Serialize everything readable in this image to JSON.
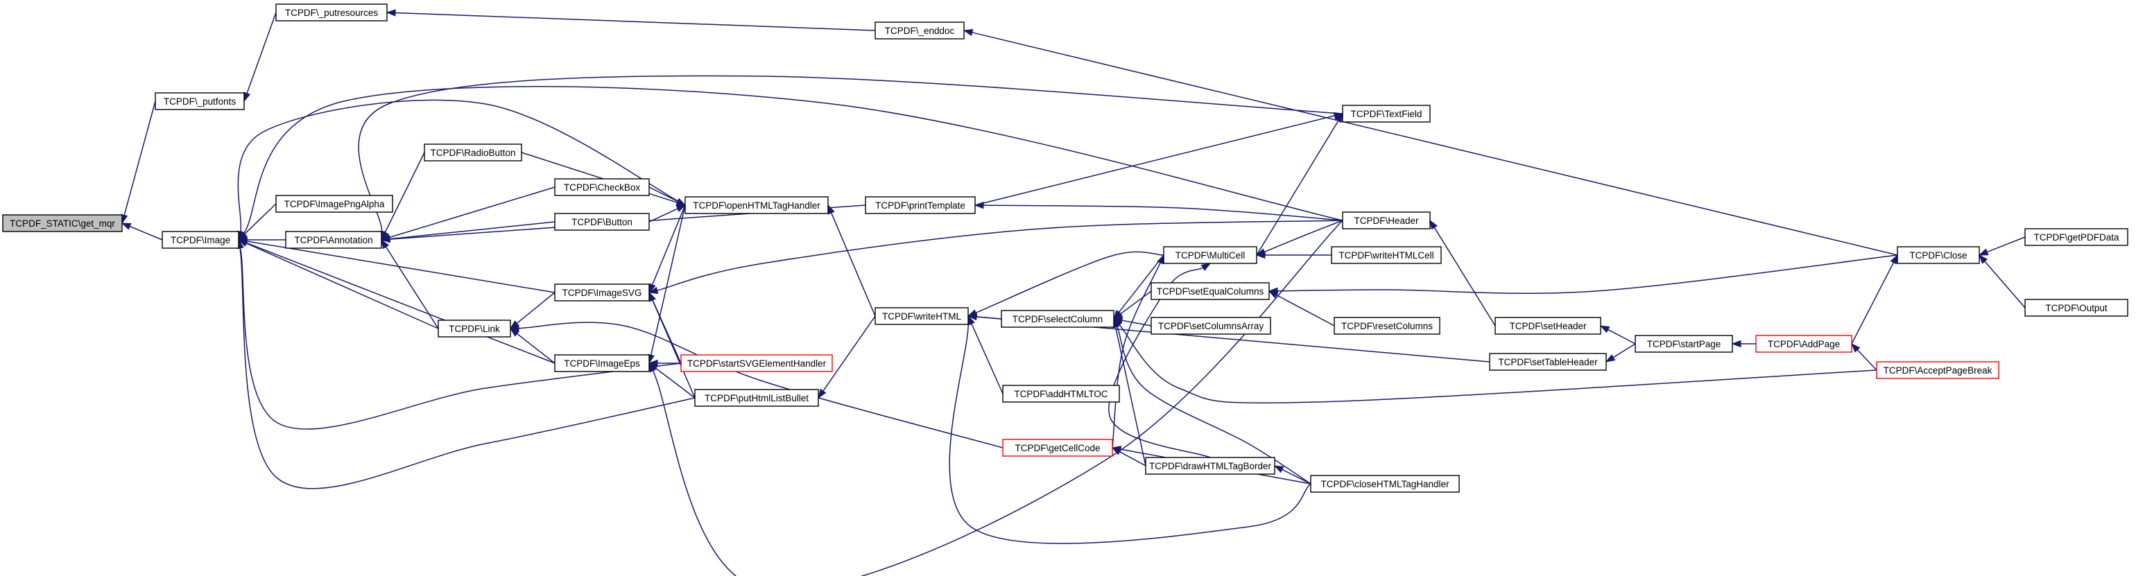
{
  "graph": {
    "colors": {
      "edge": "#191970",
      "root_fill": "#bfbfbf",
      "node_border": "#000000",
      "truncated_border": "#ff0000"
    },
    "nodes": [
      {
        "id": "get_mqr",
        "label": "TCPDF_STATIC\\get_mqr",
        "style": "root"
      },
      {
        "id": "image",
        "label": "TCPDF\\Image"
      },
      {
        "id": "putfonts",
        "label": "TCPDF\\_putfonts"
      },
      {
        "id": "putresources",
        "label": "TCPDF\\_putresources"
      },
      {
        "id": "enddoc",
        "label": "TCPDF\\_enddoc"
      },
      {
        "id": "imagepngalpha",
        "label": "TCPDF\\ImagePngAlpha"
      },
      {
        "id": "annotation",
        "label": "TCPDF\\Annotation"
      },
      {
        "id": "imagesvg",
        "label": "TCPDF\\ImageSVG"
      },
      {
        "id": "link",
        "label": "TCPDF\\Link"
      },
      {
        "id": "imageeps",
        "label": "TCPDF\\ImageEps"
      },
      {
        "id": "radiobutton",
        "label": "TCPDF\\RadioButton"
      },
      {
        "id": "checkbox",
        "label": "TCPDF\\CheckBox"
      },
      {
        "id": "button",
        "label": "TCPDF\\Button"
      },
      {
        "id": "openhtmltaghandler",
        "label": "TCPDF\\openHTMLTagHandler"
      },
      {
        "id": "startsvgelementhandler",
        "label": "TCPDF\\startSVGElementHandler",
        "style": "truncated"
      },
      {
        "id": "puthtmllistbullet",
        "label": "TCPDF\\putHtmlListBullet"
      },
      {
        "id": "printtemplate",
        "label": "TCPDF\\printTemplate"
      },
      {
        "id": "writehtml",
        "label": "TCPDF\\writeHTML"
      },
      {
        "id": "addhtmltoc",
        "label": "TCPDF\\addHTMLTOC"
      },
      {
        "id": "getcellcode",
        "label": "TCPDF\\getCellCode",
        "style": "truncated"
      },
      {
        "id": "selectcolumn",
        "label": "TCPDF\\selectColumn"
      },
      {
        "id": "multicell",
        "label": "TCPDF\\MultiCell"
      },
      {
        "id": "setequalcolumns",
        "label": "TCPDF\\setEqualColumns"
      },
      {
        "id": "setcolumnsarray",
        "label": "TCPDF\\setColumnsArray"
      },
      {
        "id": "drawhtmltagborder",
        "label": "TCPDF\\drawHTMLTagBorder"
      },
      {
        "id": "closehtmltaghandler",
        "label": "TCPDF\\closeHTMLTagHandler"
      },
      {
        "id": "textfield",
        "label": "TCPDF\\TextField"
      },
      {
        "id": "header",
        "label": "TCPDF\\Header"
      },
      {
        "id": "writehtmlcell",
        "label": "TCPDF\\writeHTMLCell"
      },
      {
        "id": "resetcolumns",
        "label": "TCPDF\\resetColumns"
      },
      {
        "id": "setheader",
        "label": "TCPDF\\setHeader"
      },
      {
        "id": "settableheader",
        "label": "TCPDF\\setTableHeader"
      },
      {
        "id": "startpage",
        "label": "TCPDF\\startPage"
      },
      {
        "id": "addpage",
        "label": "TCPDF\\AddPage",
        "style": "truncated"
      },
      {
        "id": "acceptpagebreak",
        "label": "TCPDF\\AcceptPageBreak",
        "style": "truncated"
      },
      {
        "id": "close",
        "label": "TCPDF\\Close"
      },
      {
        "id": "getpdfdata",
        "label": "TCPDF\\getPDFData"
      },
      {
        "id": "output",
        "label": "TCPDF\\Output"
      }
    ],
    "edges": [
      {
        "from": "image",
        "to": "get_mqr"
      },
      {
        "from": "putfonts",
        "to": "get_mqr"
      },
      {
        "from": "putresources",
        "to": "putfonts"
      },
      {
        "from": "enddoc",
        "to": "putresources"
      },
      {
        "from": "close",
        "to": "enddoc"
      },
      {
        "from": "imagepngalpha",
        "to": "image"
      },
      {
        "from": "annotation",
        "to": "image"
      },
      {
        "from": "imagesvg",
        "to": "image"
      },
      {
        "from": "link",
        "to": "image"
      },
      {
        "from": "imageeps",
        "to": "image"
      },
      {
        "from": "openhtmltaghandler",
        "to": "image"
      },
      {
        "from": "header",
        "to": "image"
      },
      {
        "from": "startsvgelementhandler",
        "to": "image"
      },
      {
        "from": "puthtmllistbullet",
        "to": "image"
      },
      {
        "from": "radiobutton",
        "to": "annotation"
      },
      {
        "from": "checkbox",
        "to": "annotation"
      },
      {
        "from": "button",
        "to": "annotation"
      },
      {
        "from": "printtemplate",
        "to": "annotation"
      },
      {
        "from": "textfield",
        "to": "annotation"
      },
      {
        "from": "link",
        "to": "annotation"
      },
      {
        "from": "imagesvg",
        "to": "link"
      },
      {
        "from": "imageeps",
        "to": "link"
      },
      {
        "from": "getcellcode",
        "to": "link"
      },
      {
        "from": "header",
        "to": "imagesvg"
      },
      {
        "from": "startsvgelementhandler",
        "to": "imagesvg"
      },
      {
        "from": "puthtmllistbullet",
        "to": "imagesvg"
      },
      {
        "from": "openhtmltaghandler",
        "to": "imagesvg"
      },
      {
        "from": "startsvgelementhandler",
        "to": "imageeps"
      },
      {
        "from": "puthtmllistbullet",
        "to": "imageeps"
      },
      {
        "from": "openhtmltaghandler",
        "to": "imageeps"
      },
      {
        "from": "header",
        "to": "imageeps"
      },
      {
        "from": "radiobutton",
        "to": "openhtmltaghandler"
      },
      {
        "from": "checkbox",
        "to": "openhtmltaghandler"
      },
      {
        "from": "button",
        "to": "openhtmltaghandler"
      },
      {
        "from": "writehtml",
        "to": "openhtmltaghandler"
      },
      {
        "from": "writehtml",
        "to": "puthtmllistbullet"
      },
      {
        "from": "printtemplate",
        "to": "textfield"
      },
      {
        "from": "header",
        "to": "printtemplate"
      },
      {
        "from": "multicell",
        "to": "textfield"
      },
      {
        "from": "multicell",
        "to": "writehtml"
      },
      {
        "from": "selectcolumn",
        "to": "writehtml"
      },
      {
        "from": "addhtmltoc",
        "to": "writehtml"
      },
      {
        "from": "settableheader",
        "to": "writehtml"
      },
      {
        "from": "closehtmltaghandler",
        "to": "writehtml"
      },
      {
        "from": "multicell",
        "to": "selectcolumn"
      },
      {
        "from": "setequalcolumns",
        "to": "selectcolumn"
      },
      {
        "from": "setcolumnsarray",
        "to": "selectcolumn"
      },
      {
        "from": "drawhtmltagborder",
        "to": "selectcolumn"
      },
      {
        "from": "closehtmltaghandler",
        "to": "selectcolumn"
      },
      {
        "from": "acceptpagebreak",
        "to": "selectcolumn"
      },
      {
        "from": "header",
        "to": "multicell"
      },
      {
        "from": "writehtmlcell",
        "to": "multicell"
      },
      {
        "from": "getcellcode",
        "to": "multicell"
      },
      {
        "from": "drawhtmltagborder",
        "to": "multicell"
      },
      {
        "from": "resetcolumns",
        "to": "setequalcolumns"
      },
      {
        "from": "close",
        "to": "setequalcolumns"
      },
      {
        "from": "drawhtmltagborder",
        "to": "getcellcode"
      },
      {
        "from": "closehtmltaghandler",
        "to": "getcellcode"
      },
      {
        "from": "closehtmltaghandler",
        "to": "drawhtmltagborder"
      },
      {
        "from": "setheader",
        "to": "header"
      },
      {
        "from": "startpage",
        "to": "setheader"
      },
      {
        "from": "startpage",
        "to": "settableheader"
      },
      {
        "from": "addpage",
        "to": "startpage"
      },
      {
        "from": "acceptpagebreak",
        "to": "addpage"
      },
      {
        "from": "addpage",
        "to": "close"
      },
      {
        "from": "getpdfdata",
        "to": "close"
      },
      {
        "from": "output",
        "to": "close"
      }
    ]
  }
}
